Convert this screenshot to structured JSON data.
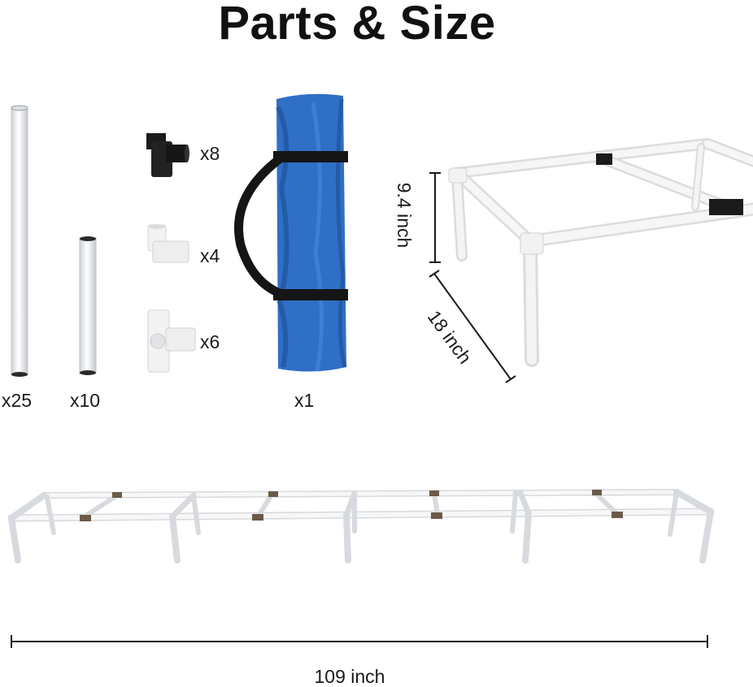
{
  "title": "Parts & Size",
  "parts": [
    {
      "name": "long-pipe",
      "qty": "x25"
    },
    {
      "name": "short-pipe",
      "qty": "x10"
    },
    {
      "name": "tee-connector",
      "qty": "x8"
    },
    {
      "name": "elbow-connector",
      "qty": "x4"
    },
    {
      "name": "four-way-connector",
      "qty": "x6"
    },
    {
      "name": "carry-bag",
      "qty": "x1"
    }
  ],
  "dimensions": {
    "height": "9.4 inch",
    "width": "18 inch",
    "length": "109 inch"
  },
  "colors": {
    "pipe": "#f4f4f4",
    "pipe_shade": "#cfd3d6",
    "tee": "#1b1b1b",
    "bag": "#2f6fc6",
    "strap": "#151515"
  }
}
